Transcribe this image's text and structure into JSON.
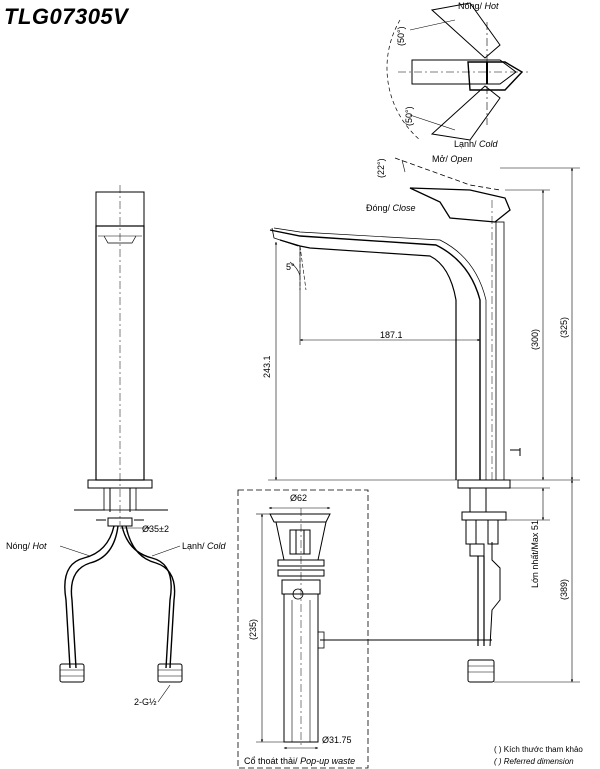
{
  "model": "TLG07305V",
  "handle": {
    "hot": "Nóng/",
    "hot_en": "Hot",
    "cold": "Lạnh/",
    "cold_en": "Cold",
    "angle_hot": "(50°)",
    "angle_cold": "(50°)",
    "angle_open": "(22°)",
    "open": "Mở/",
    "open_en": "Open",
    "close": "Đóng/",
    "close_en": "Close"
  },
  "dimensions": {
    "spout_angle": "5°",
    "reach": "187.1",
    "spout_height": "243.1",
    "body_height": "(300)",
    "total_height": "(325)",
    "max_thickness": "Lớn nhất/Max 51",
    "below_deck": "(389)",
    "hole": "Ø35±2",
    "connection": "2-G½",
    "drain_top": "Ø62",
    "drain_length": "(235)",
    "drain_bottom": "Ø31.75"
  },
  "supply": {
    "hot": "Nóng/",
    "hot_en": "Hot",
    "cold": "Lạnh/",
    "cold_en": "Cold"
  },
  "drain": {
    "name": "Cổ thoát thải/",
    "name_en": "Pop-up waste"
  },
  "legend": {
    "referred_vi": "( ) Kích thước tham khảo",
    "referred_en": "( ) Referred dimension"
  }
}
